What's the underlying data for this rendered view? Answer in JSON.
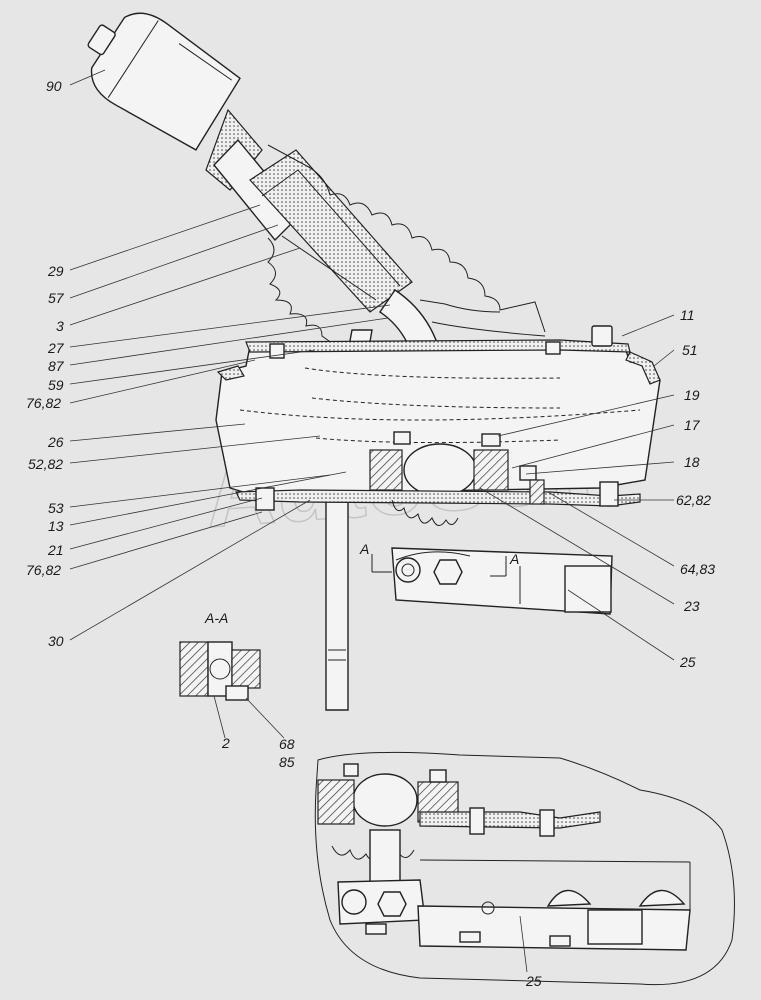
{
  "watermark": "AutoSoft",
  "section_label": "A-A",
  "section_marker": "A",
  "callouts": {
    "c90": "90",
    "c29": "29",
    "c57": "57",
    "c3": "3",
    "c27": "27",
    "c87": "87",
    "c59": "59",
    "c76a": "76,82",
    "c26": "26",
    "c52": "52,82",
    "c53": "53",
    "c13": "13",
    "c21": "21",
    "c76b": "76,82",
    "c30": "30",
    "c11": "11",
    "c51": "51",
    "c19": "19",
    "c17": "17",
    "c18": "18",
    "c62": "62,82",
    "c64": "64,83",
    "c23": "23",
    "c25a": "25",
    "c2": "2",
    "c68": "68",
    "c85": "85",
    "c25b": "25"
  }
}
